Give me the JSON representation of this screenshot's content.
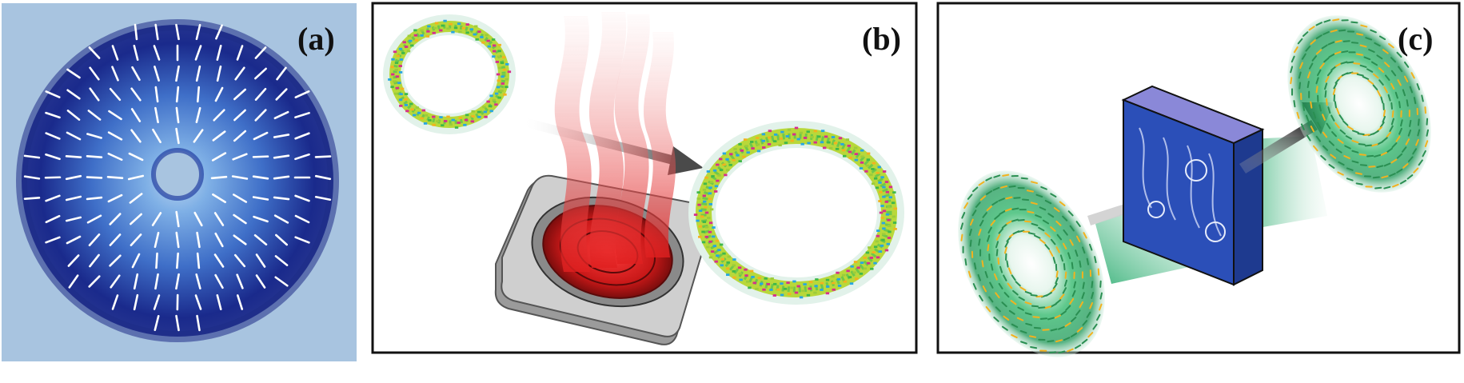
{
  "panels": {
    "a": {
      "label": "(a)"
    },
    "b": {
      "label": "(b)"
    },
    "c": {
      "label": "(c)"
    }
  },
  "colors": {
    "map_background": "#a8c4e0",
    "ring_dark": "#1a2a8c",
    "ring_mid": "#3f6fc8",
    "ring_light": "#7fb0e6",
    "hotplate_red": "#e02020",
    "heat_plume": "#e85a5a",
    "beam_green": "#2fae73",
    "particle_yellow": "#f2b21f",
    "particle_green": "#3fb84a",
    "particle_cyan": "#28a7e0",
    "particle_magenta": "#d6308c",
    "optic_blue": "#2b4fb8"
  },
  "icons": {
    "a": [
      "orientation-field-map"
    ],
    "b": [
      "ring-before-heating-icon",
      "heat-plume-icon",
      "hotplate-icon",
      "arrow-right-icon",
      "ring-after-heating-icon"
    ],
    "c": [
      "input-vortex-beam-icon",
      "optical-element-icon",
      "output-vortex-beam-icon",
      "arrow-right-icon"
    ]
  }
}
